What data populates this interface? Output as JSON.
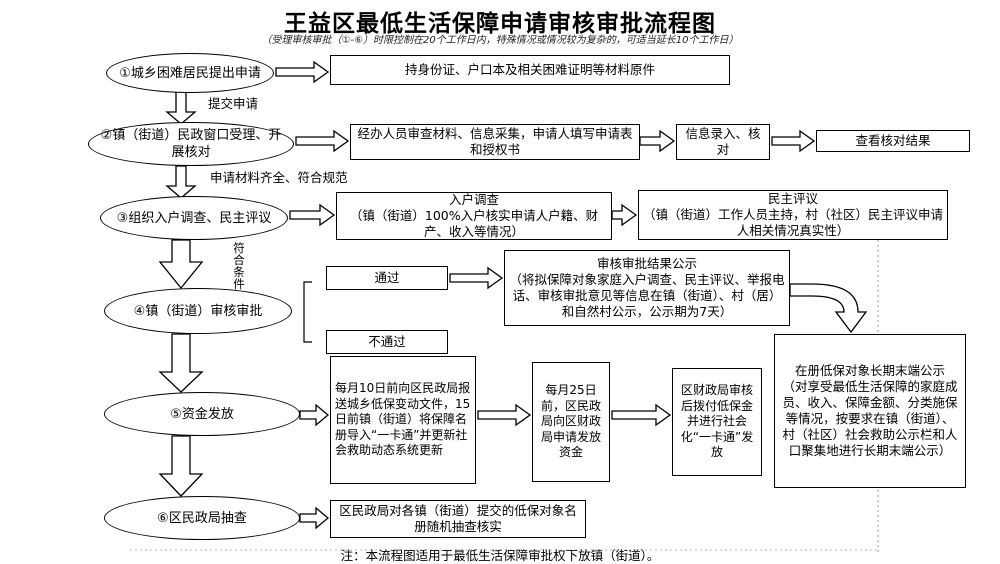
{
  "title": "王益区最低生活保障申请审核审批流程图",
  "subtitle": "（受理审核审批（①-⑥）时限控制在20个工作日内，特殊情况或情况较为复杂的，可适当延长10个工作日）",
  "steps": {
    "s1": "①城乡困难居民提出申请",
    "s2": "②镇（街道）民政窗口受理、开展核对",
    "s3": "③组织入户调查、民主评议",
    "s4": "④镇（街道）审核审批",
    "s5": "⑤资金发放",
    "s6": "⑥区民政局抽查"
  },
  "connectors": {
    "c1": "提交申请",
    "c2": "申请材料齐全、符合规范",
    "c3": "符合条件"
  },
  "boxes": {
    "materials": "持身份证、户口本及相关困难证明等材料原件",
    "review": "经办人员审查材料、信息采集，申请人填写申请表和授权书",
    "entry": "信息录入、核对",
    "check": "查看核对结果",
    "survey_title": "入户调查",
    "survey_body": "（镇（街道）100%入户核实申请人户籍、财产、收入等情况）",
    "eval_title": "民主评议",
    "eval_body": "（镇（街道）工作人员主持，村（社区）民主评议申请人相关情况真实性）",
    "pass": "通过",
    "fail": "不通过",
    "publicity_title": "审核审批结果公示",
    "publicity_body": "（将拟保障对象家庭入户调查、民主评议、举报电话、审核审批意见等信息在镇（街道）、村（居）和自然村公示，公示期为7天）",
    "longterm_title": "在册低保对象长期末端公示",
    "longterm_body": "（对享受最低生活保障的家庭成员、收入、保障金额、分类施保等情况，按要求在镇（街道）、村（社区）社会救助公示栏和人口聚集地进行长期末端公示）",
    "monthly": "每月10日前向区民政局报送城乡低保变动文件，15日前镇（街道）将保障名册导入“一卡通”并更新社会救助动态系统更新",
    "finance_request": "每月25日前，区民政局向区财政局申请发放资金",
    "finance_pay": "区财政局审核后拨付低保金并进行社会化“一卡通”发放",
    "spotcheck": "区民政局对各镇（街道）提交的低保对象名册随机抽查核实"
  },
  "footnote": "注：本流程图适用于最低生活保障审批权下放镇（街道）。"
}
